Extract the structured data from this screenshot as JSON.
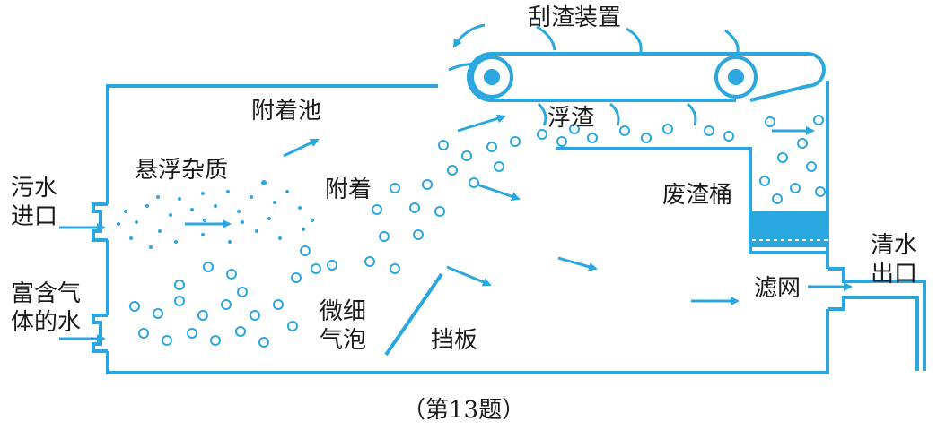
{
  "labels": {
    "scraper": "刮渣装置",
    "tank": "附着池",
    "float": "浮渣",
    "suspended": "悬浮杂质",
    "attach": "附着",
    "waste_bin": "废渣桶",
    "sewage_line1": "污水",
    "sewage_line2": "进口",
    "gaswater_line1": "富含气",
    "gaswater_line2": "体的水",
    "bubble_line1": "微细",
    "bubble_line2": "气泡",
    "baffle": "挡板",
    "filter": "滤网",
    "outlet_line1": "清水",
    "outlet_line2": "出口"
  },
  "caption": "（第13题）",
  "colors": {
    "line": "#2ba7e0",
    "text": "#1a1a1a",
    "background": "#ffffff"
  }
}
